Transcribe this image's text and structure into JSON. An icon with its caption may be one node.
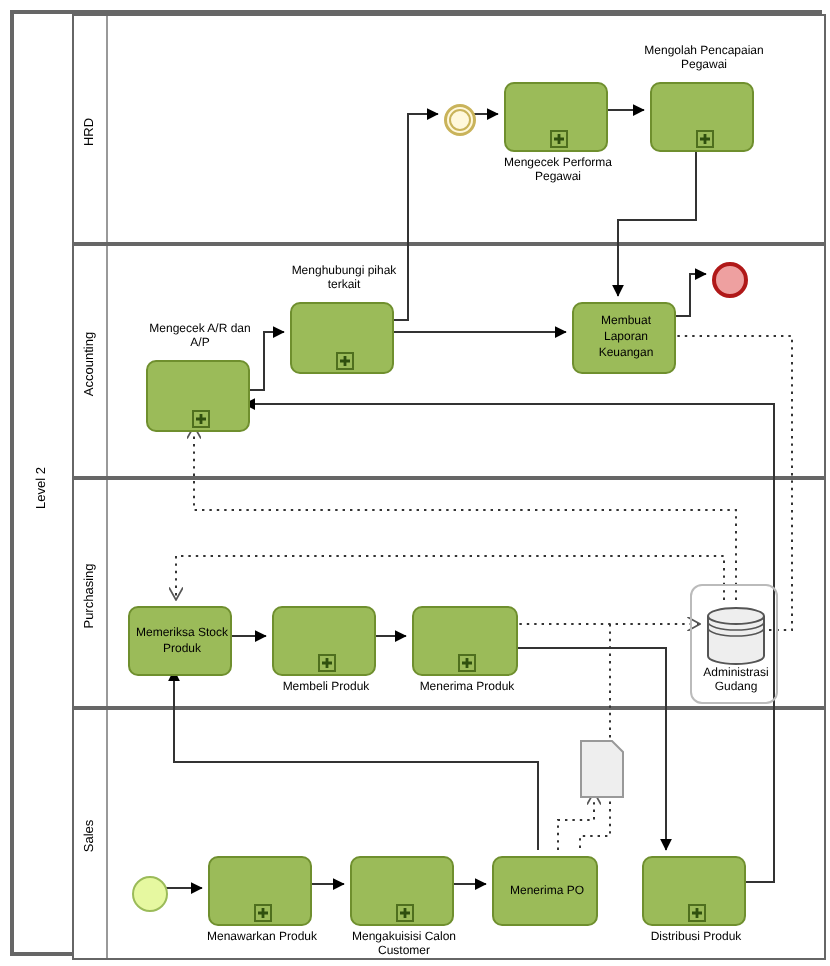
{
  "diagram": {
    "nodes": [
      {
        "text": [
          "Level 2"
        ]
      },
      {
        "text": [
          "HRD"
        ],
        "in": 0
      },
      {
        "text": [
          "Accounting"
        ],
        "in": 0
      },
      {
        "text": [
          "Purchasing"
        ],
        "in": 0
      },
      {
        "text": [
          "Sales"
        ],
        "in": 0
      },
      {
        "text": [],
        "shape": "circle",
        "in": 1
      },
      {
        "text": [
          "Mengecek Performa Pegawai"
        ],
        "in": 1
      },
      {
        "text": [
          "Mengolah Pencapaian Pegawai"
        ],
        "in": 1
      },
      {
        "text": [
          "Mengecek A/R dan A/P"
        ],
        "in": 2
      },
      {
        "text": [
          "Menghubungi pihak terkait"
        ],
        "in": 2
      },
      {
        "text": [
          "Membuat Laporan Keuangan"
        ],
        "in": 2
      },
      {
        "text": [],
        "shape": "circle",
        "in": 2
      },
      {
        "text": [
          "Memeriksa Stock Produk"
        ],
        "in": 3
      },
      {
        "text": [
          "Membeli Produk"
        ],
        "in": 3
      },
      {
        "text": [
          "Menerima Produk"
        ],
        "in": 3
      },
      {
        "text": [
          "Administrasi Gudang"
        ],
        "in": 3
      },
      {
        "text": [],
        "shape": "circle",
        "in": 4
      },
      {
        "text": [
          "Menawarkan Produk"
        ],
        "in": 4
      },
      {
        "text": [
          "Mengakuisisi Calon Customer"
        ],
        "in": 4
      },
      {
        "text": [
          "Menerima PO"
        ],
        "in": 4
      },
      {
        "text": [],
        "shape": "document",
        "in": 4
      },
      {
        "text": [
          "Distribusi Produk"
        ],
        "in": 4
      }
    ],
    "edges": [
      {
        "from": 16,
        "to": 17,
        "arrow": "to"
      },
      {
        "from": 17,
        "to": 18,
        "arrow": "to"
      },
      {
        "from": 18,
        "to": 19,
        "arrow": "to"
      },
      {
        "from": 19,
        "to": 12,
        "arrow": "to"
      },
      {
        "from": 12,
        "to": 13,
        "arrow": "to"
      },
      {
        "from": 13,
        "to": 14,
        "arrow": "to"
      },
      {
        "from": 14,
        "to": 21,
        "arrow": "to"
      },
      {
        "from": 14,
        "to": 15,
        "arrow": "to",
        "style": "dashed"
      },
      {
        "from": 21,
        "to": 8,
        "arrow": "to"
      },
      {
        "from": 15,
        "to": 12,
        "arrow": "to",
        "style": "dashed"
      },
      {
        "from": 15,
        "to": 8,
        "arrow": "to",
        "style": "dashed"
      },
      {
        "from": 10,
        "to": 15,
        "arrow": "none",
        "style": "dashed"
      },
      {
        "from": 19,
        "to": 20,
        "arrow": "to",
        "style": "dashed"
      },
      {
        "from": null,
        "to": 19,
        "arrow": "none",
        "style": "dashed"
      },
      {
        "from": 9,
        "to": 5,
        "arrow": "to"
      },
      {
        "from": 5,
        "to": 6,
        "arrow": "to"
      },
      {
        "from": 6,
        "to": 7,
        "arrow": "to"
      },
      {
        "from": 7,
        "to": 10,
        "arrow": "to"
      },
      {
        "from": 8,
        "to": 9,
        "arrow": "to"
      },
      {
        "from": 9,
        "to": 10,
        "arrow": "to"
      },
      {
        "from": 10,
        "to": 11,
        "arrow": "to"
      }
    ]
  }
}
